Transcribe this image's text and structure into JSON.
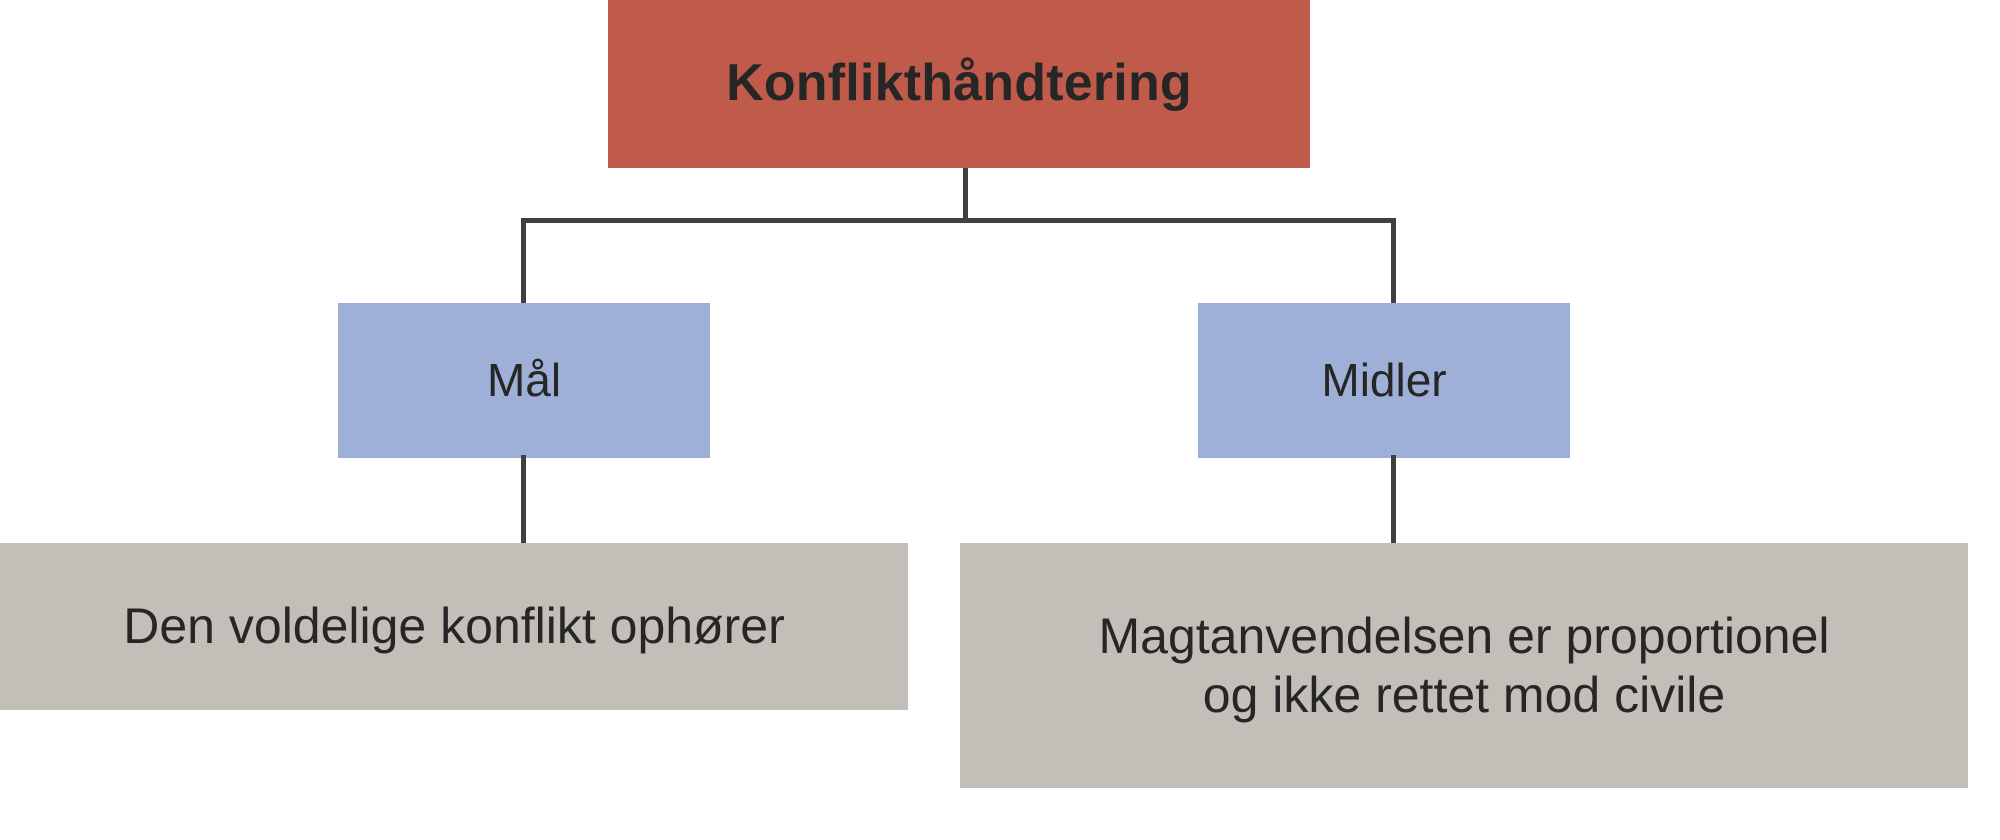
{
  "diagram": {
    "title": "Konflikthåndtering",
    "type": "tree",
    "colors": {
      "root_fill": "#c05b4b",
      "branch_fill": "#9fb0d8",
      "leaf_fill": "#c3bfb8",
      "connector": "#404040",
      "text": "#262626",
      "background": "#ffffff"
    },
    "root": {
      "label": "Konflikthåndtering"
    },
    "branches": [
      {
        "label": "Mål",
        "leaf": "Den voldelige konflikt ophører"
      },
      {
        "label": "Midler",
        "leaf": "Magtanvendelsen er proportionel\nog ikke rettet mod civile"
      }
    ]
  }
}
